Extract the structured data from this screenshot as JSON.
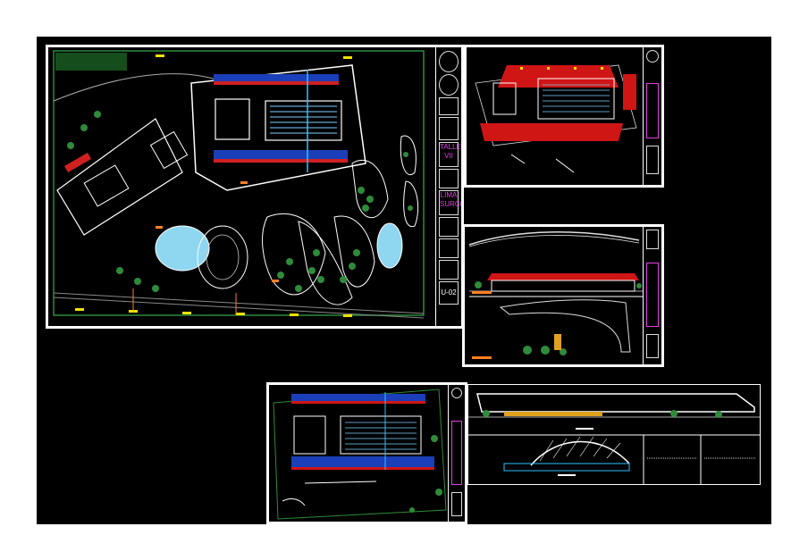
{
  "sheet_main": {
    "titleblock": {
      "line1": "TALLER",
      "line2": "VII",
      "line3": "LIMA",
      "line4": "SURCO",
      "sheet_code": "U-02"
    }
  },
  "colors": {
    "background": "#000000",
    "sheet_border": "#ffffff",
    "pool": "#8fd6f0",
    "seating": "#e01010",
    "magenta": "#e040e0",
    "vegetation": "#2e8b3a",
    "yellow": "#f0e000"
  }
}
